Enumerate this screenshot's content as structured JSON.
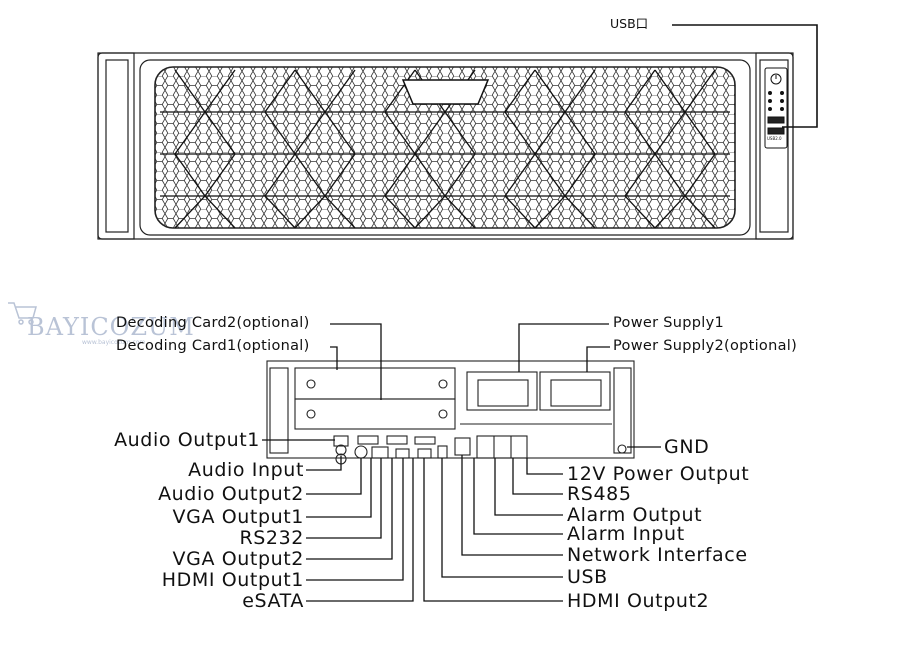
{
  "front_panel": {
    "usb_label": "USB口",
    "usb_port_caption": "USB2.0"
  },
  "watermark": {
    "brand": "BAYICOZUM",
    "url": "www.bayicozum.com"
  },
  "rear_panel": {
    "top_labels": {
      "decoding_card2": "Decoding Card2(optional)",
      "decoding_card1": "Decoding Card1(optional)",
      "power_supply1": "Power Supply1",
      "power_supply2": "Power Supply2(optional)"
    },
    "left_labels": {
      "audio_output1": "Audio Output1",
      "audio_input": "Audio Input",
      "audio_output2": "Audio Output2",
      "vga_output1": "VGA Output1",
      "rs232": "RS232",
      "vga_output2": "VGA Output2",
      "hdmi_output1": "HDMI Output1",
      "esata": "eSATA"
    },
    "right_labels": {
      "gnd": "GND",
      "power_output_12v": "12V Power Output",
      "rs485": "RS485",
      "alarm_output": "Alarm Output",
      "alarm_input": "Alarm Input",
      "network_interface": "Network Interface",
      "usb": "USB",
      "hdmi_output2": "HDMI Output2"
    }
  }
}
